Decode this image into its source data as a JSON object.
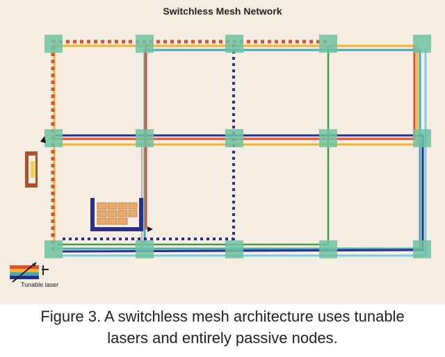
{
  "title": "Switchless Mesh Network",
  "legend": {
    "laser_label": "Tunable laser",
    "laser_icon": "tunable-laser-icon"
  },
  "caption": {
    "line1": "Figure 3. A switchless mesh architecture uses tunable",
    "line2": "lasers and entirely passive nodes."
  },
  "colors": {
    "background": "#f5ede2",
    "node": "#6fc2a2",
    "red": "#e0502a",
    "orange": "#f2b233",
    "navy": "#2b2f8c",
    "teal": "#46aab8",
    "green": "#4a9a4a",
    "light_blue": "#7ecbe6",
    "brown": "#a8542c"
  }
}
